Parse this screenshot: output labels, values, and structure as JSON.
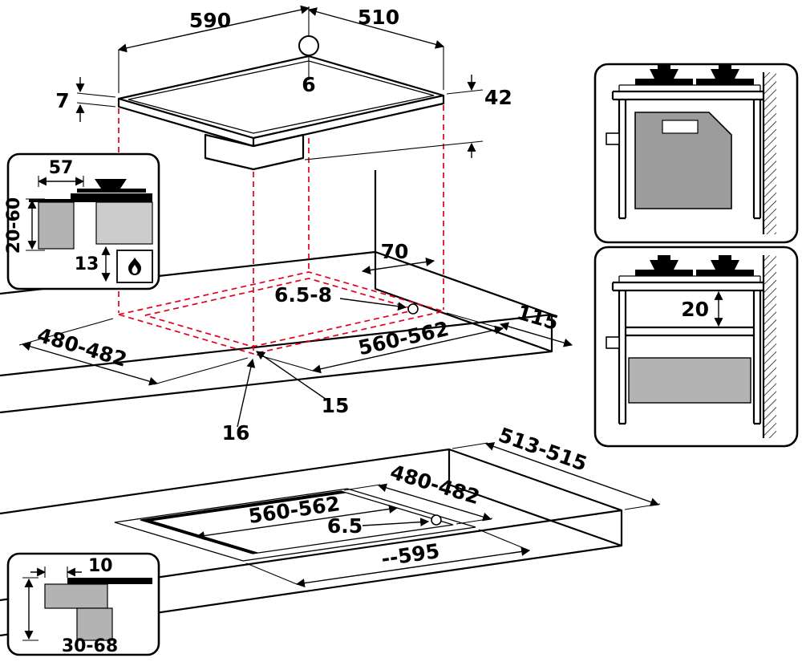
{
  "hob": {
    "width": "590",
    "depth": "510",
    "hole": "6",
    "glass": "7",
    "height": "42"
  },
  "section_top": {
    "w57": "57",
    "range": "20-60",
    "gap13": "13"
  },
  "mid": {
    "rear": "70",
    "holes": "6.5-8",
    "cutD": "480-482",
    "side": "115",
    "cutW": "560-562",
    "f15": "15",
    "f16": "16"
  },
  "bottom": {
    "depth": "513-515",
    "cutD": "480-482",
    "cutW": "560-562",
    "hole": "6.5",
    "width": "--595"
  },
  "section_bottom": {
    "flange": "10",
    "range": "30-68"
  },
  "side_view": {
    "clearance": "20"
  },
  "colors": {
    "projection_red": "#e2001a",
    "oven_gray": "#9c9c9c",
    "cabinet_gray": "#b3b3b3",
    "casing_gray": "#cccccc",
    "line_black": "#000000"
  }
}
